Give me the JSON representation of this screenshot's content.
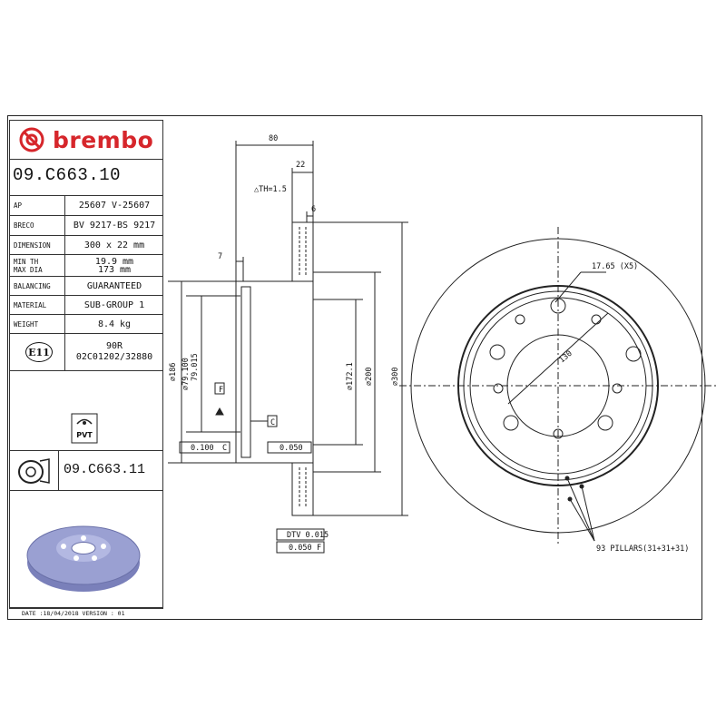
{
  "header": {
    "brand": "brembo",
    "part_number": "09.C663.10"
  },
  "specs": {
    "ap_label": "AP",
    "ap_value": "25607 V-25607",
    "breco_label": "BRECO",
    "breco_value": "BV 9217-BS 9217",
    "dimension_label": "DIMENSION",
    "dimension_value": "300 x 22 mm",
    "min_th_label": "MIN TH",
    "min_th_value": "19.9 mm",
    "max_dia_label": "MAX DIA",
    "max_dia_value": "173 mm",
    "balancing_label": "BALANCING",
    "balancing_value": "GUARANTEED",
    "material_label": "MATERIAL",
    "material_value": "SUB-GROUP 1",
    "weight_label": "WEIGHT",
    "weight_value": "8.4 kg"
  },
  "approval": {
    "mark": "E11",
    "code_1": "90R",
    "code_2": "02C01202/32880"
  },
  "pvt": {
    "label": "PVT"
  },
  "variant": {
    "part_number": "09.C663.11"
  },
  "footer": {
    "text": "DATE :18/04/2018 VERSION : 01"
  },
  "drawing": {
    "dim_80": "80",
    "dim_22": "22",
    "dim_6": "6",
    "dim_7": "7",
    "th_label": "△TH=1.5",
    "d186": "⌀186",
    "d79_100": "⌀79.100",
    "d79_015": "79.015",
    "d172": "⌀172.1",
    "d200": "⌀200",
    "d300": "⌀300",
    "datum_f": "F",
    "datum_c": "C",
    "tol_parallel": "0.100",
    "tol_parallel_ref": "C",
    "tol_flat": "0.050",
    "tol_dtv_label": "DTV 0.015",
    "tol_runout": "0.050",
    "tol_runout_ref": "F",
    "hole_label": "17.65 (X5)",
    "pcd_label": "130",
    "pillars_label": "93 PILLARS(31+31+31)"
  },
  "colors": {
    "brand_red": "#d6262b",
    "watermark": "#f3c9c9",
    "disc_render": "#9aa0d2"
  }
}
